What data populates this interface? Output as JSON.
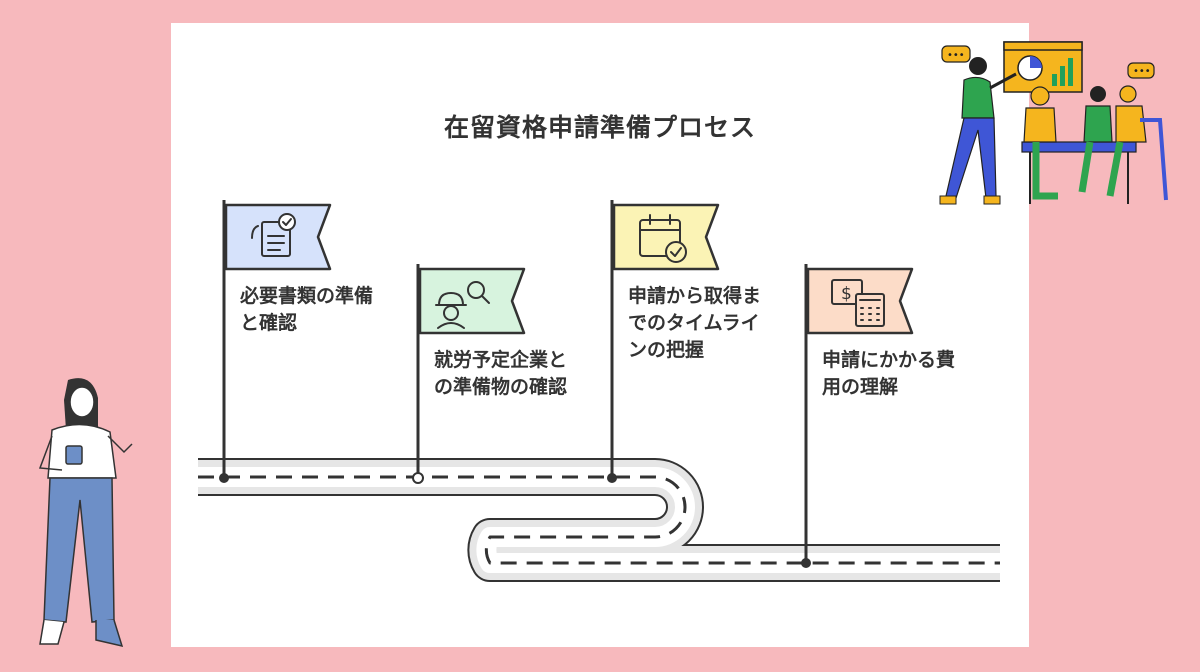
{
  "title": "在留資格申請準備プロセス",
  "steps": [
    {
      "label": "必要書類の準備\nと確認",
      "icon": "document-check-icon",
      "color": "#d6e2fb"
    },
    {
      "label": "就労予定企業と\nの準備物の確認",
      "icon": "worker-search-icon",
      "color": "#d7f3de"
    },
    {
      "label": "申請から取得ま\nでのタイムライ\nンの把握",
      "icon": "calendar-check-icon",
      "color": "#fbf3b5"
    },
    {
      "label": "申請にかかる費\n用の理解",
      "icon": "money-calculator-icon",
      "color": "#fcdcc8"
    }
  ],
  "colors": {
    "background": "#f7b9bd",
    "card": "#ffffff",
    "outline": "#333333",
    "road": "#e4e4e4"
  }
}
